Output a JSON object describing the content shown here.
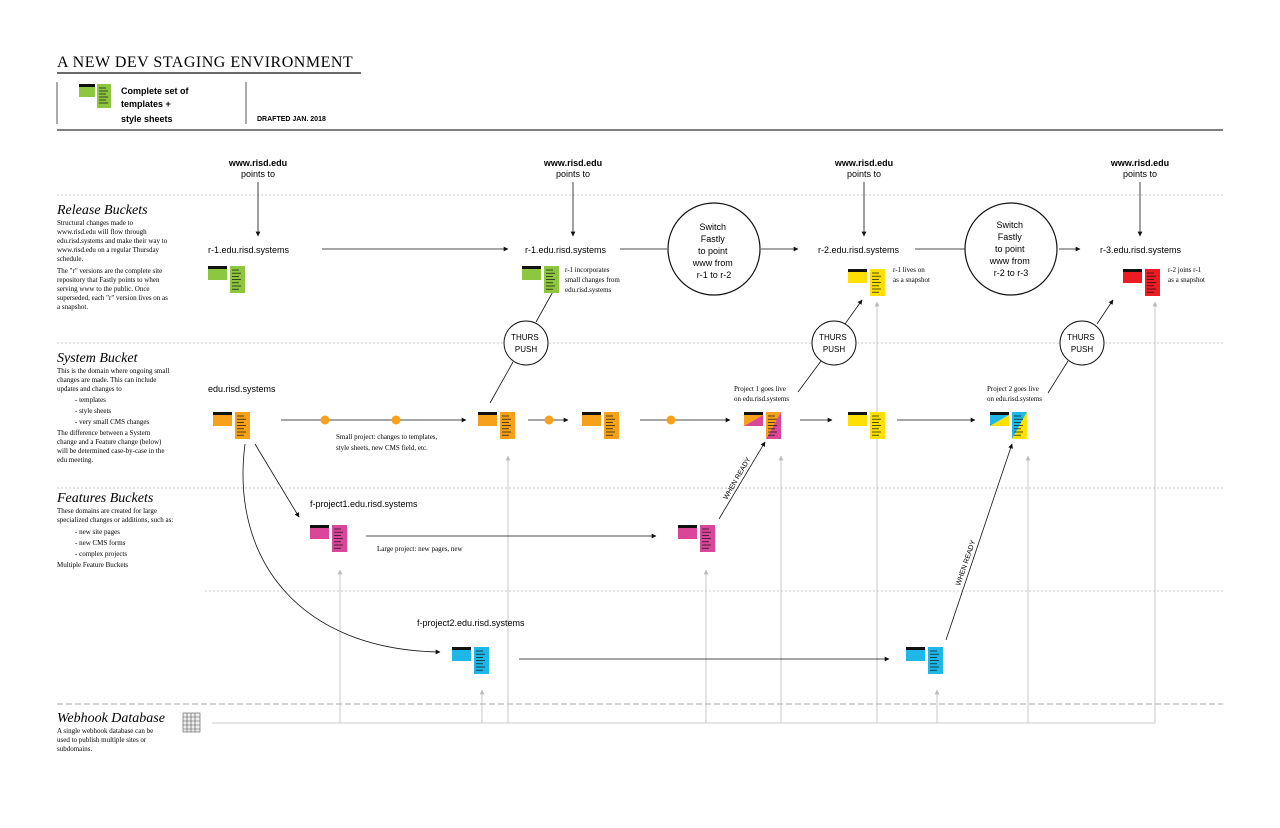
{
  "header": {
    "title": "A NEW DEV STAGING ENVIRONMENT",
    "legend_lines": [
      "Complete set of",
      "templates +",
      "style sheets"
    ],
    "drafted": "DRAFTED JAN. 2018"
  },
  "www_labels": [
    {
      "l1": "www.risd.edu",
      "l2": "points to"
    },
    {
      "l1": "www.risd.edu",
      "l2": "points to"
    },
    {
      "l1": "www.risd.edu",
      "l2": "points to"
    },
    {
      "l1": "www.risd.edu",
      "l2": "points to"
    }
  ],
  "sections": {
    "release": {
      "heading": "Release Buckets",
      "lines": [
        "Structural changes made to",
        "www.risd.edu will flow through",
        "edu.risd.systems and make their way to",
        "www.risd.edu on a regular Thursday",
        "schedule.",
        "The \"r\" versions are the complete site",
        "repository that Fastly points to when",
        "serving www to the public. Once",
        "superseded, each \"r\" version lives on as",
        "a snapshot."
      ]
    },
    "system": {
      "heading": "System Bucket",
      "lines": [
        "This is the domain where ongoing small",
        "changes are made. This can include",
        "updates and changes to",
        "- templates",
        "- style sheets",
        "- very small CMS changes",
        "The difference between a System",
        "change and a Feature change (below)",
        "will be determined case-by-case in the",
        "edu meeting."
      ]
    },
    "features": {
      "heading": "Features Buckets",
      "lines": [
        "These domains are created for large",
        "specialized changes or additions, such as:",
        "- new site pages",
        "- new CMS forms",
        "- complex projects",
        "Multiple Feature Buckets"
      ]
    },
    "webhook": {
      "heading": "Webhook Database",
      "lines": [
        "A single webhook database can be",
        "used to publish multiple sites or",
        "subdomains."
      ]
    }
  },
  "domains": {
    "r1a": "r-1.edu.risd.systems",
    "r1b": "r-1.edu.risd.systems",
    "r2": "r-2.edu.risd.systems",
    "r3": "r-3.edu.risd.systems",
    "edu": "edu.risd.systems",
    "fp1": "f-project1.edu.risd.systems",
    "fp2": "f-project2.edu.risd.systems"
  },
  "notes": {
    "r1_incorp": [
      "r-1 incorporates",
      "small changes from",
      "edu.risd.systems"
    ],
    "r1_snapshot": [
      "r-1 lives on",
      "as a snapshot"
    ],
    "r2_snapshot": [
      "r-2 joins r-1",
      "as a snapshot"
    ],
    "small_project": [
      "Small project: changes to templates,",
      "style sheets, new CMS field, etc."
    ],
    "large_project": "Large project: new pages, new",
    "p1_live": [
      "Project 1 goes live",
      "on edu.risd.systems"
    ],
    "p2_live": [
      "Project 2 goes live",
      "on edu.risd.systems"
    ]
  },
  "circles": {
    "switch1": [
      "Switch",
      "Fastly",
      "to point",
      "www from",
      "r-1 to r-2"
    ],
    "switch2": [
      "Switch",
      "Fastly",
      "to point",
      "www from",
      "r-2 to r-3"
    ],
    "thurs": [
      "THURS",
      "PUSH"
    ]
  },
  "when_ready": "WHEN READY",
  "colors": {
    "green": "#8dc63f",
    "orange": "#f7a11b",
    "yellow": "#ffe000",
    "red": "#ed1c24",
    "magenta": "#d9469a",
    "cyan": "#1eb7e8",
    "black": "#111111"
  }
}
